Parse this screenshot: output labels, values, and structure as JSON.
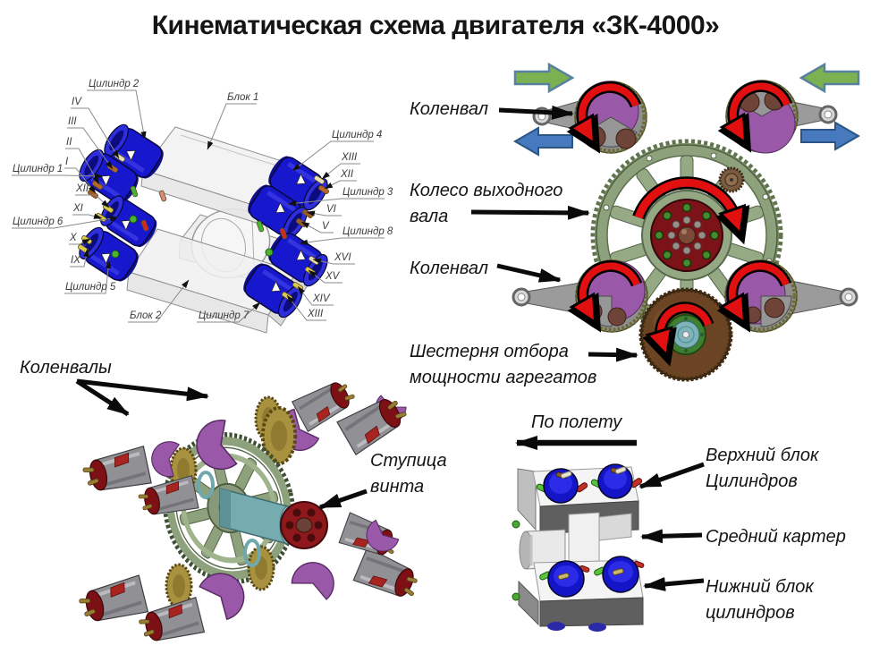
{
  "title": "Кинематическая схема двигателя «ЗК-4000»",
  "cylinder_block_figure": {
    "callouts": {
      "cylinder2": "Цилиндр 2",
      "block1": "Блок 1",
      "iv": "IV",
      "iii": "III",
      "ii": "II",
      "i": "I",
      "cylinder1": "Цилиндр 1",
      "xii_left": "XII",
      "xi_left": "XI",
      "cylinder6": "Цилиндр 6",
      "x_left": "X",
      "ix_left": "IX",
      "cylinder5": "Цилиндр 5",
      "block2": "Блок 2",
      "cylinder7": "Цилиндр 7",
      "cylinder4": "Цилиндр 4",
      "xiii_right_top": "XIII",
      "xii_right": "XII",
      "cylinder3": "Цилиндр 3",
      "vi_right": "VI",
      "v_right": "V",
      "cylinder8": "Цилиндр 8",
      "xvi_right": "XVI",
      "xv_right": "XV",
      "xiv_right": "XIV",
      "xiii_right_bottom": "XIII"
    }
  },
  "gear_train_figure": {
    "crankshaft_top_label": "Коленвал",
    "output_wheel_label": "Колесо выходного\nвала",
    "crankshaft_bottom_label": "Коленвал",
    "pto_gear_label": "Шестерня отбора\nмощности агрегатов"
  },
  "crankshaft_figure": {
    "crankshafts_label": "Коленвалы",
    "hub_label": "Ступица\nвинта"
  },
  "layout_figure": {
    "flight_label": "По полету",
    "upper_label": "Верхний блок\nЦилиндров",
    "middle_label": "Средний картер",
    "lower_label": "Нижний блок\nцилиндров"
  },
  "colors": {
    "cylinder_blue": "#1717cd",
    "gear_green": "#8da27c",
    "crank_purple": "#9a59a8",
    "rotation_arrow_red": "#e10f0f",
    "direction_arrow_green": "#7cb152",
    "direction_arrow_blue": "#4679bd",
    "hub_red": "#8f181c",
    "shaft_teal": "#76abb0",
    "pto_brown": "#6b4423"
  }
}
